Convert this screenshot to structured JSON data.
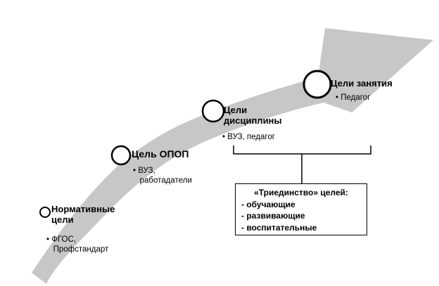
{
  "diagram": {
    "colors": {
      "arrow": "#c7c7c7",
      "stroke": "#000000"
    },
    "milestones": [
      {
        "label": "Нормативные\nцели",
        "sublabel": "• ФГОС,\n   Профстандарт"
      },
      {
        "label": "Цель ОПОП",
        "sublabel": "• ВУЗ,\n   работадатели"
      },
      {
        "label": "Цели\nдисциплины",
        "sublabel": "• ВУЗ, педагог"
      },
      {
        "label": "Цели занятия",
        "sublabel": "• Педагог"
      }
    ],
    "callout": {
      "title": "«Триединство» целей:",
      "items": [
        "- обучающие",
        "- развивающие",
        "- воспитательные"
      ]
    }
  }
}
